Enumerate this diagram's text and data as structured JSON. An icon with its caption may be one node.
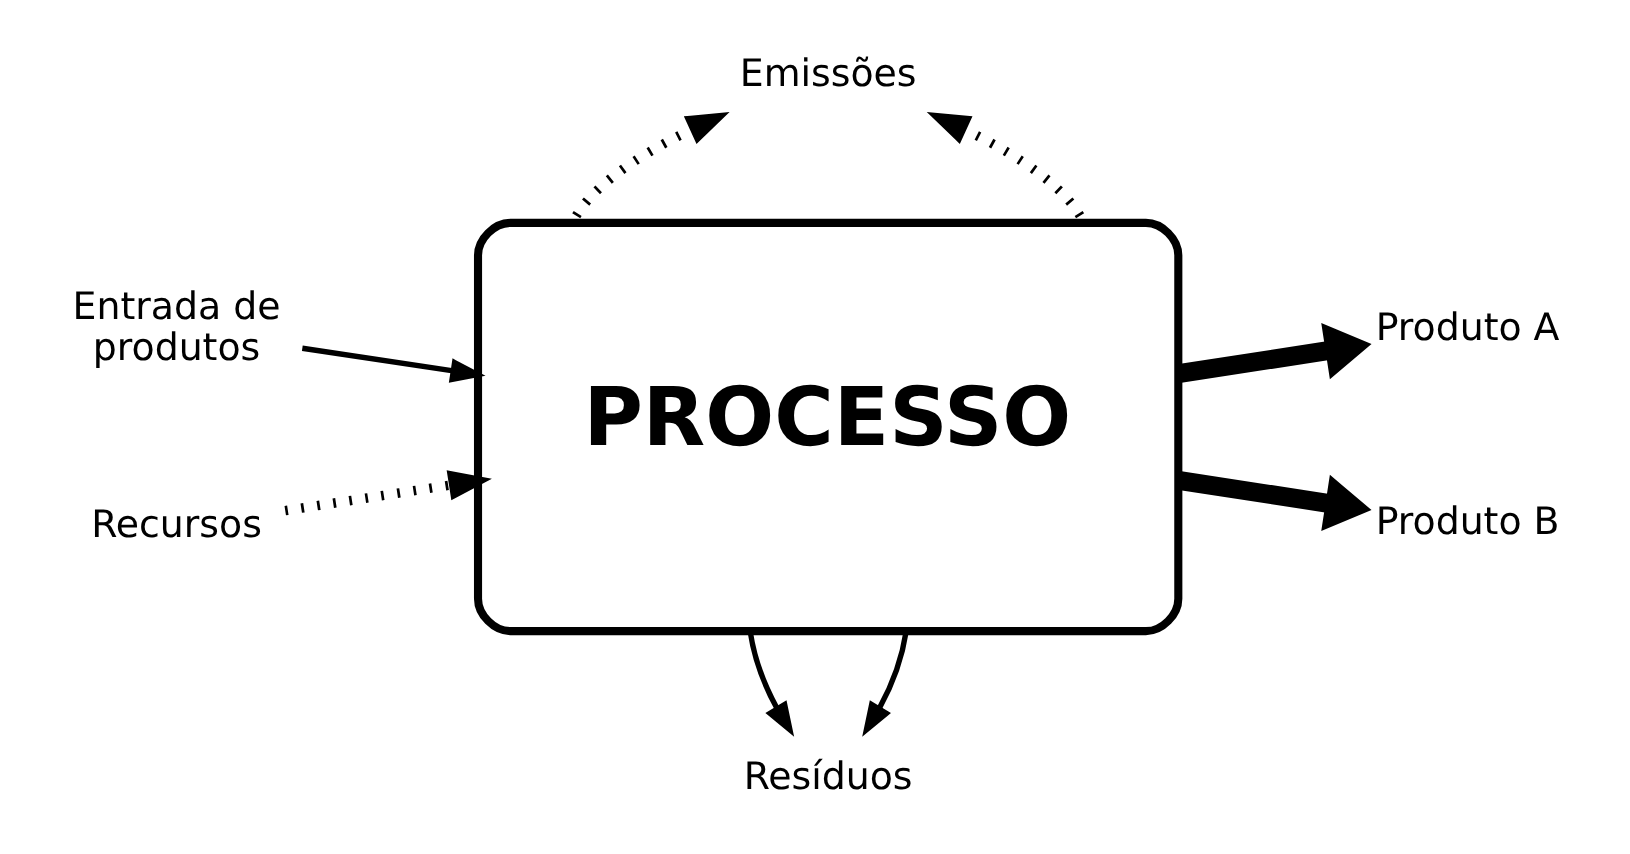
{
  "diagram": {
    "nodes": [
      {
        "text": [
          "PROCESSO"
        ]
      },
      {
        "text": [
          "Entrada de produtos"
        ]
      },
      {
        "text": [
          "Recursos"
        ]
      },
      {
        "text": [
          "Emissões"
        ]
      },
      {
        "text": [
          "Produto A"
        ]
      },
      {
        "text": [
          "Produto B"
        ]
      },
      {
        "text": [
          "Resíduos"
        ]
      }
    ],
    "edges": [
      {
        "from": 1,
        "to": 0,
        "arrow": "to"
      },
      {
        "from": 2,
        "to": 0,
        "arrow": "to",
        "style": "dashed"
      },
      {
        "from": 0,
        "to": 3,
        "arrow": "to",
        "style": "dashed"
      },
      {
        "from": 0,
        "to": 3,
        "arrow": "to",
        "style": "dashed"
      },
      {
        "from": 0,
        "to": 4,
        "arrow": "to",
        "style": "thick"
      },
      {
        "from": 0,
        "to": 5,
        "arrow": "to",
        "style": "thick"
      },
      {
        "from": 0,
        "to": 6,
        "arrow": "to"
      },
      {
        "from": 0,
        "to": 6,
        "arrow": "to"
      }
    ]
  }
}
